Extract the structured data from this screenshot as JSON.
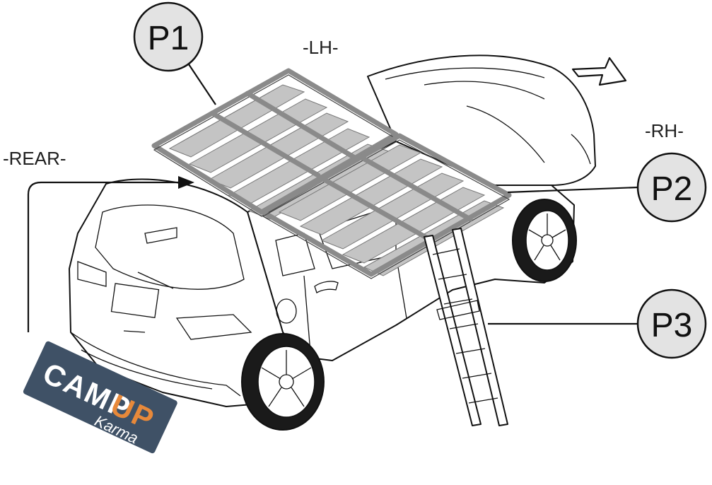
{
  "labels": {
    "lh": "-LH-",
    "rh": "-RH-",
    "rear": "-REAR-"
  },
  "parts": {
    "p1": "P1",
    "p2": "P2",
    "p3": "P3"
  },
  "logo": {
    "word1": "CAMP",
    "word2": "UP",
    "script": "Karma"
  },
  "colors": {
    "badge_fill": "#e3e3e3",
    "rack_gray": "#8a8a8a",
    "slat_gray": "#c4c4c4",
    "logo_bg": "#3f5166",
    "logo_accent": "#e8893a"
  }
}
